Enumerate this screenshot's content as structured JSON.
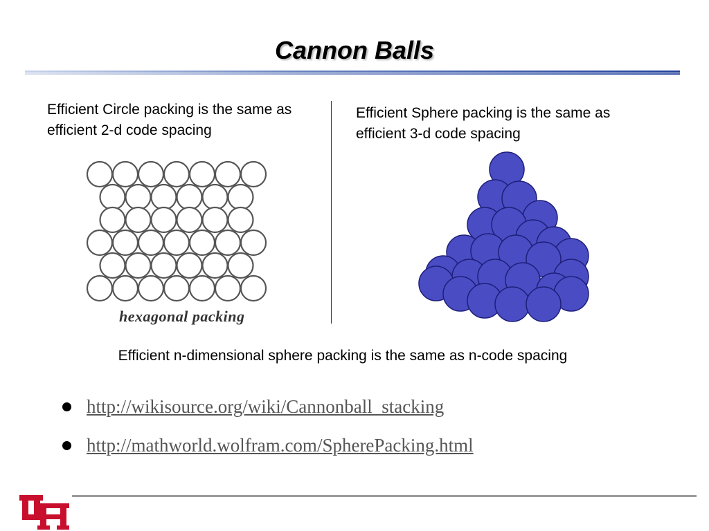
{
  "slide": {
    "title": "Cannon Balls",
    "left_caption": "Efficient Circle packing is the same as efficient 2-d code spacing",
    "right_caption": "Efficient Sphere packing is the same as efficient 3-d code spacing",
    "hex_figure_label": "hexagonal packing",
    "summary": "Efficient n-dimensional sphere packing is the same as n-code spacing",
    "links": [
      "http://wikisource.org/wiki/Cannonball_stacking",
      "http://mathworld.wolfram.com/SpherePacking.html"
    ]
  },
  "figures": {
    "hex_packing": {
      "rows": 6,
      "circles_per_row": [
        7,
        6,
        6,
        7,
        6,
        7
      ]
    },
    "pyramid": {
      "ball_color": "#4a4cc4",
      "ball_outline": "#1e1f7a"
    }
  },
  "colors": {
    "title_rule": "#1f3f9a",
    "link": "#555555",
    "logo_red": "#c8102e"
  },
  "icons": {
    "logo": "uh-logo-icon",
    "bullet": "bullet-dot-icon"
  }
}
